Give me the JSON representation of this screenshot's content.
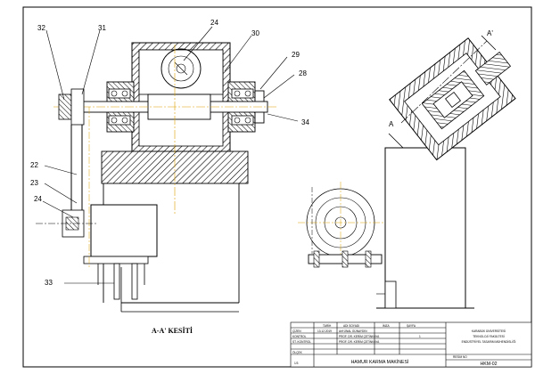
{
  "drawing": {
    "section_title": "A-A' KESİTİ",
    "view_labels": {
      "a_left": "A",
      "a_right": "A'"
    },
    "part_numbers": {
      "p24_top": "24",
      "p30": "30",
      "p31": "31",
      "p32": "32",
      "p29": "29",
      "p28": "28",
      "p34": "34",
      "p22": "22",
      "p23": "23",
      "p24_left": "24",
      "p33": "33"
    }
  },
  "title_block": {
    "header_cols": [
      "TARİH",
      "ADI SOYADI",
      "İMZA",
      "ŞAYFA"
    ],
    "row_labels": [
      "ÇİZEN",
      "KONTROL",
      "ST. KONTROL",
      "ÖLÇEK"
    ],
    "dates": [
      "13.12.2019",
      "",
      "",
      ""
    ],
    "names": [
      "Arif ÜNAL GÜNAYDIN",
      "PROF. DR. KERİM ÇETİNKAYA",
      "PROF. DR. KERİM ÇETİNKAYA",
      ""
    ],
    "sheet_value": "1",
    "scale_value": "1/3",
    "institution": [
      "KARABÜK ÜNİVERSİTESİ",
      "TEKNOLOJİ FAKÜLTESİ",
      "ENDÜSTRİYEL TASARIM MÜHENDİSLİĞİ"
    ],
    "drawing_name": "HAMUR KARMA MAKİNESİ",
    "drawing_no_label": "RESİM NO",
    "drawing_no": "HKM-02"
  }
}
